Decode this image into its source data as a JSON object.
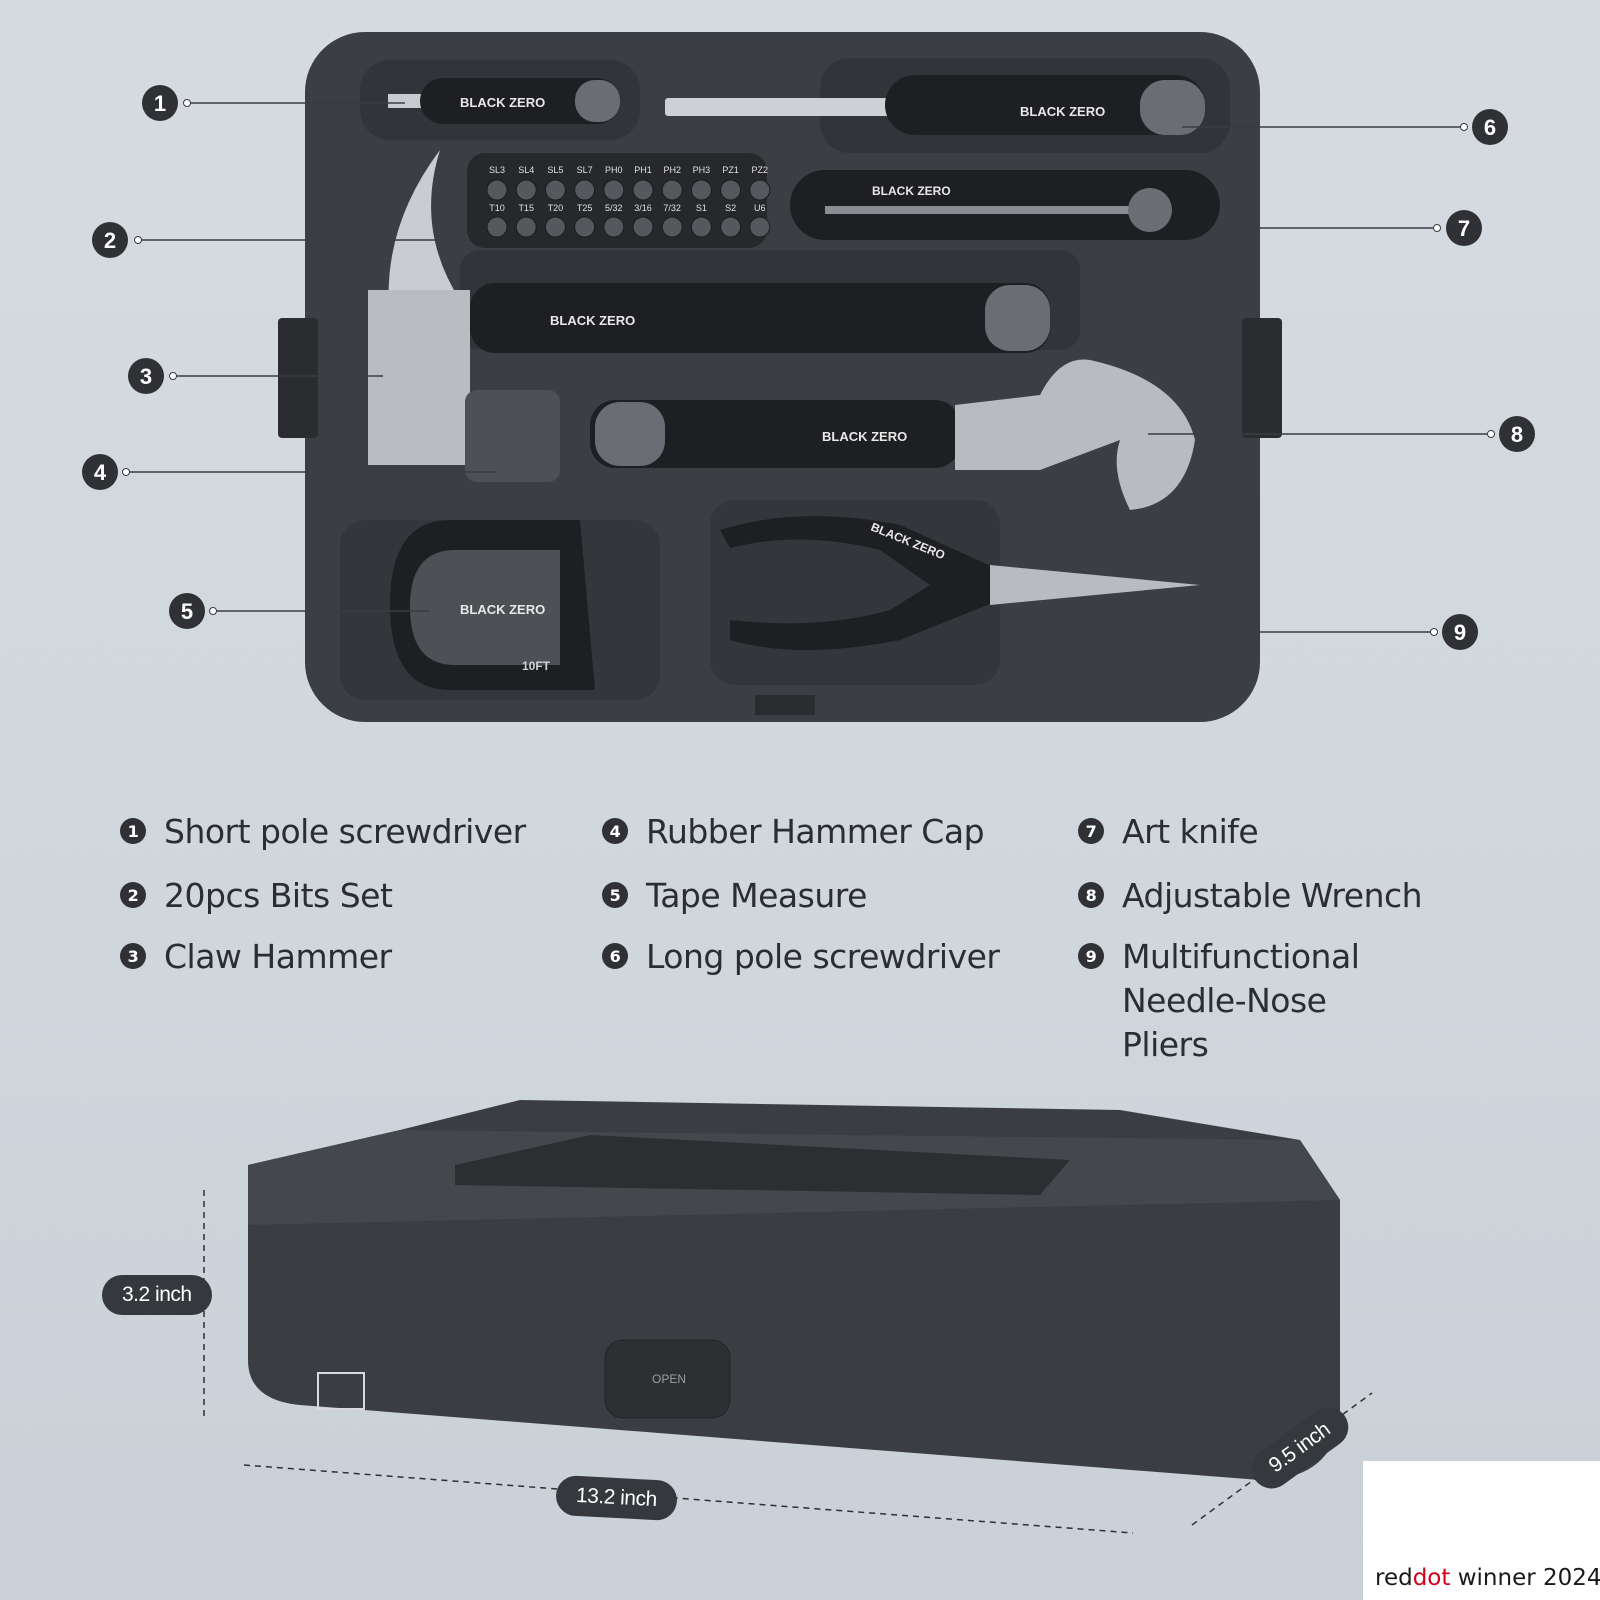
{
  "brand": "BLACK ZERO",
  "tape_label": "10FT",
  "open_label": "OPEN",
  "callouts": [
    "1",
    "2",
    "3",
    "4",
    "5",
    "6",
    "7",
    "8",
    "9"
  ],
  "bits": {
    "row1": [
      "SL3",
      "SL4",
      "SL5",
      "SL7",
      "PH0",
      "PH1",
      "PH2",
      "PH3",
      "PZ1",
      "PZ2"
    ],
    "row2": [
      "T10",
      "T15",
      "T20",
      "T25",
      "5/32",
      "3/16",
      "7/32",
      "S1",
      "S2",
      "U6"
    ]
  },
  "legend": [
    {
      "num": "1",
      "label": "Short pole screwdriver"
    },
    {
      "num": "2",
      "label": "20pcs Bits Set"
    },
    {
      "num": "3",
      "label": "Claw Hammer"
    },
    {
      "num": "4",
      "label": "Rubber Hammer Cap"
    },
    {
      "num": "5",
      "label": "Tape Measure"
    },
    {
      "num": "6",
      "label": "Long pole screwdriver"
    },
    {
      "num": "7",
      "label": "Art knife"
    },
    {
      "num": "8",
      "label": "Adjustable Wrench"
    },
    {
      "num": "9",
      "label": "Multifunctional\nNeedle-Nose Pliers"
    }
  ],
  "dimensions": {
    "height": "3.2 inch",
    "width": "13.2 inch",
    "depth": "9.5 inch"
  },
  "award": {
    "red": "red",
    "dot": "dot",
    "rest": " winner",
    "year": "2024"
  },
  "colors": {
    "case": "#3b3e43",
    "tray": "#2f3236",
    "accent_red": "#d0021b"
  }
}
